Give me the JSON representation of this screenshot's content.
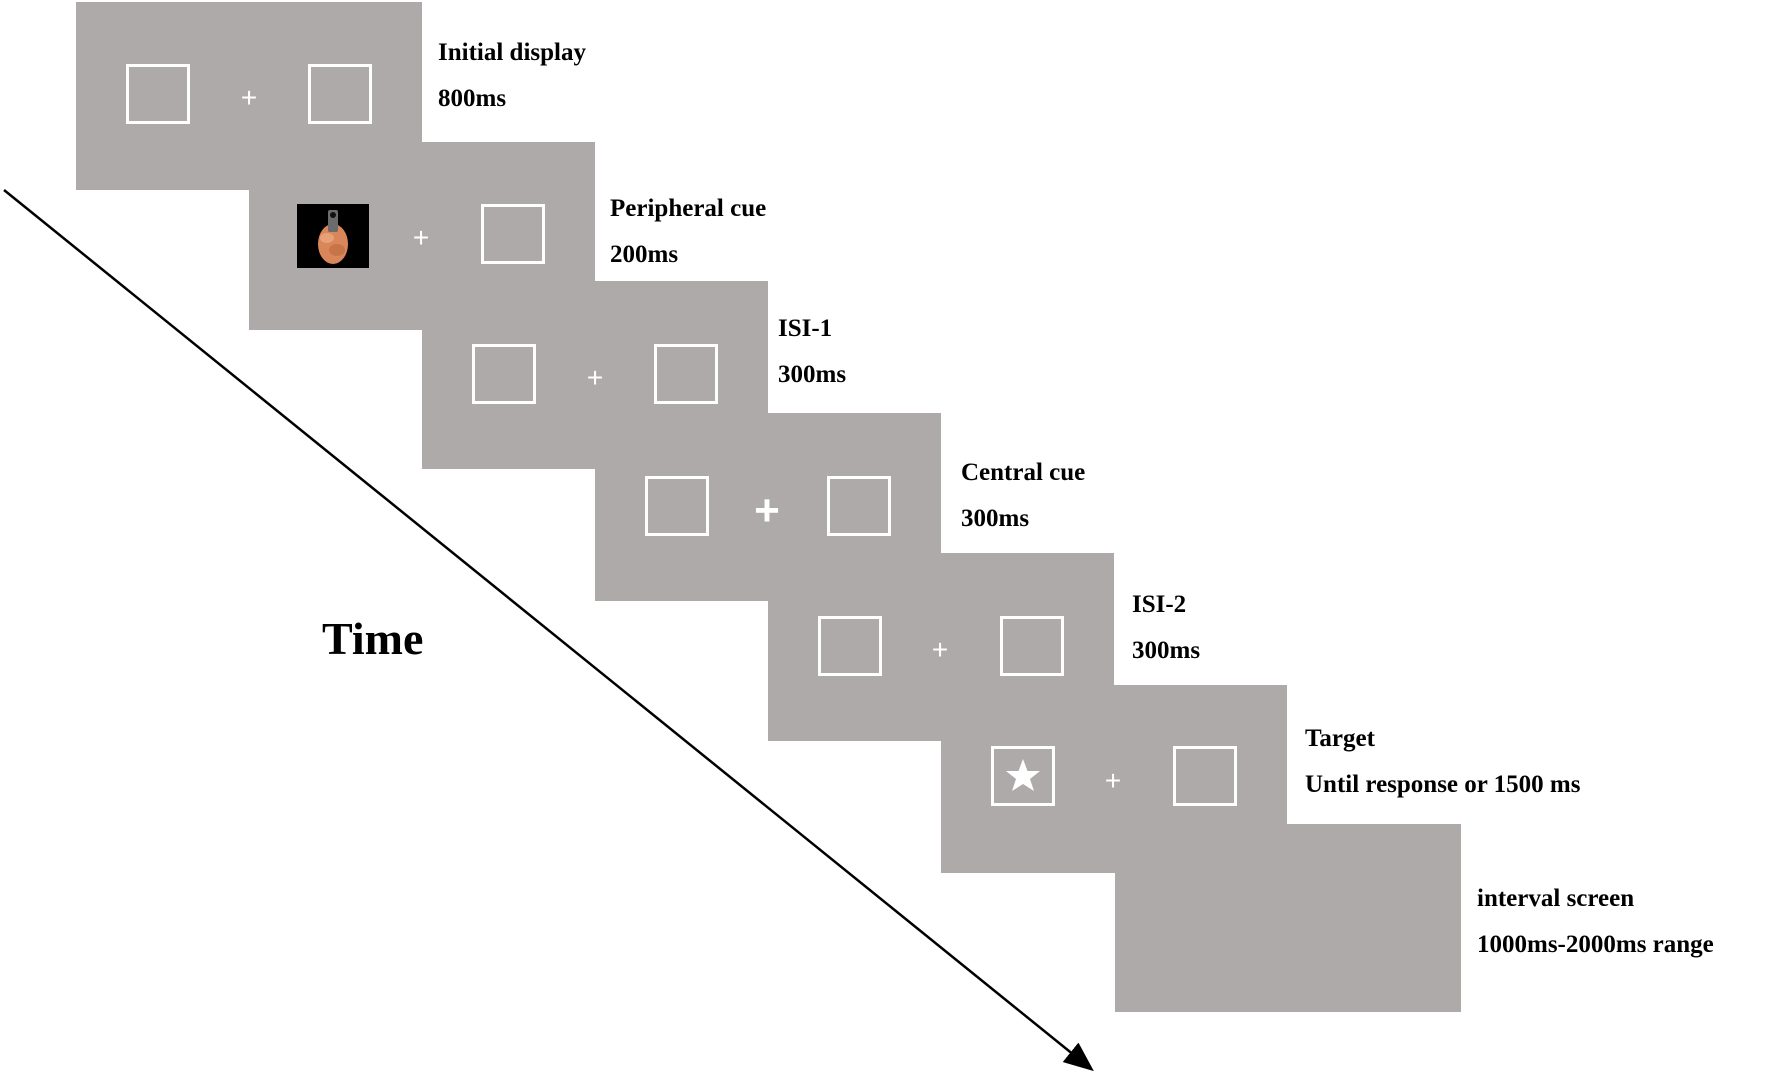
{
  "axis": {
    "label": "Time"
  },
  "steps": [
    {
      "name": "Initial display",
      "duration": "800ms"
    },
    {
      "name": "Peripheral cue",
      "duration": "200ms"
    },
    {
      "name": "ISI-1",
      "duration": "300ms"
    },
    {
      "name": "Central cue",
      "duration": "300ms"
    },
    {
      "name": "ISI-2",
      "duration": "300ms"
    },
    {
      "name": "Target",
      "duration": "Until response or 1500 ms"
    },
    {
      "name": "interval screen",
      "duration": "1000ms-2000ms range"
    }
  ],
  "colors": {
    "screen": "#aeaaaa",
    "frame": "#ffffff",
    "arrow": "#000000",
    "text": "#000000"
  },
  "icons": {
    "peripheral_cue": "gun-image",
    "target": "star-icon",
    "fixation": "plus-icon"
  }
}
